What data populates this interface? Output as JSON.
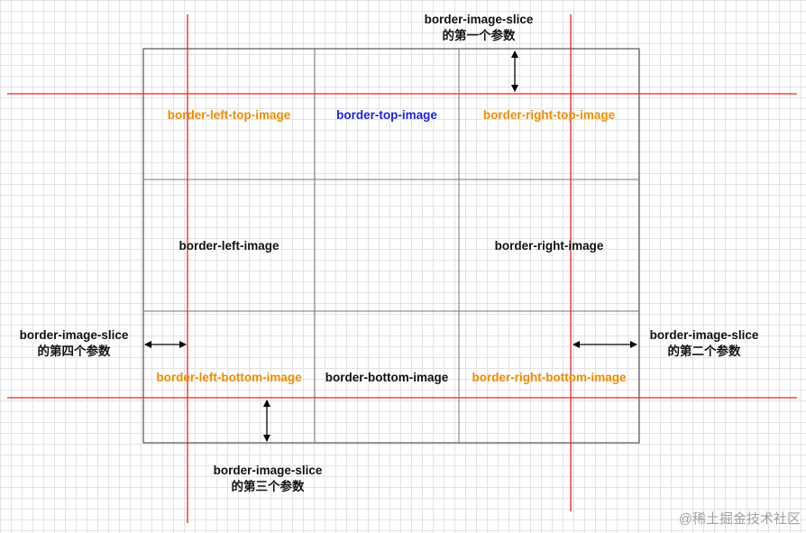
{
  "cells": {
    "top_left": "border-left-top-image",
    "top_center": "border-top-image",
    "top_right": "border-right-top-image",
    "middle_left": "border-left-image",
    "middle_right": "border-right-image",
    "bottom_left": "border-left-bottom-image",
    "bottom_center": "border-bottom-image",
    "bottom_right": "border-right-bottom-image"
  },
  "annotations": {
    "top": {
      "line1": "border-image-slice",
      "line2": "的第一个参数"
    },
    "right": {
      "line1": "border-image-slice",
      "line2": "的第二个参数"
    },
    "bottom": {
      "line1": "border-image-slice",
      "line2": "的第三个参数"
    },
    "left": {
      "line1": "border-image-slice",
      "line2": "的第四个参数"
    }
  },
  "watermark": "@稀土掘金技术社区",
  "colors": {
    "slice_line": "#e8242a",
    "corner_text": "#f08c00",
    "edge_text": "#1f24d6",
    "grid_line": "#555555"
  }
}
